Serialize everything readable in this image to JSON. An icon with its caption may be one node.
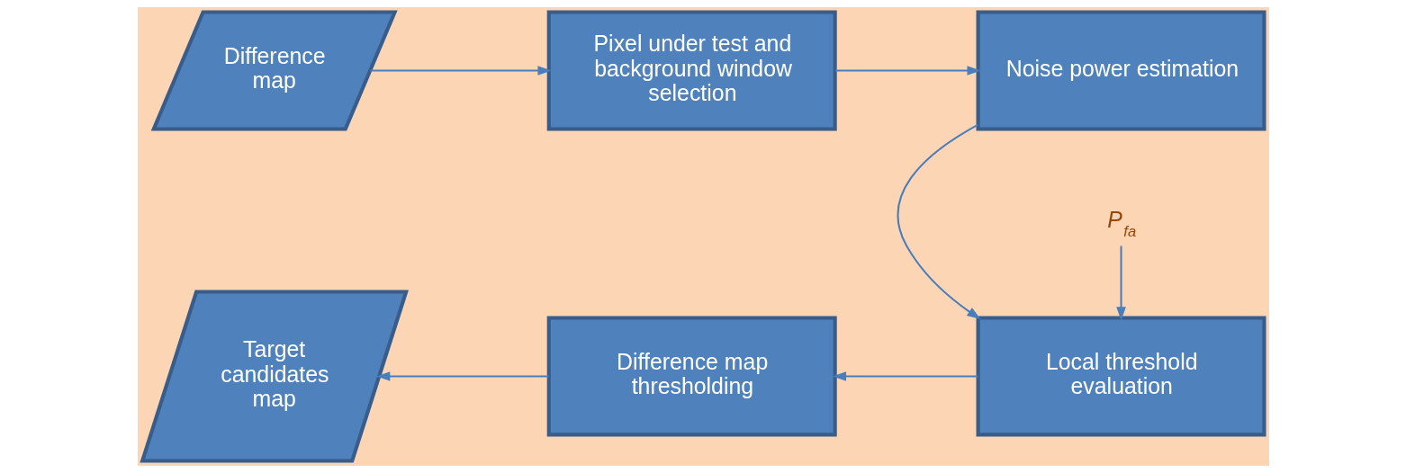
{
  "diagram": {
    "nodes": [
      {
        "text": [
          "Difference map"
        ]
      },
      {
        "text": [
          "Pixel under test and background window selection"
        ]
      },
      {
        "text": [
          "Noise power estimation"
        ]
      },
      {
        "text": [
          "P$_{fa}$"
        ]
      },
      {
        "text": [
          "Local threshold evaluation"
        ]
      },
      {
        "text": [
          "Difference map thresholding"
        ]
      },
      {
        "text": [
          "Target candidates map"
        ]
      }
    ],
    "edges": [
      {
        "from": 0,
        "to": 1,
        "arrow": "to"
      },
      {
        "from": 1,
        "to": 2,
        "arrow": "to"
      },
      {
        "from": 2,
        "to": 4,
        "arrow": "to"
      },
      {
        "from": 3,
        "to": 4,
        "arrow": "to"
      },
      {
        "from": 4,
        "to": 5,
        "arrow": "to"
      },
      {
        "from": 5,
        "to": 6,
        "arrow": "to"
      }
    ]
  }
}
